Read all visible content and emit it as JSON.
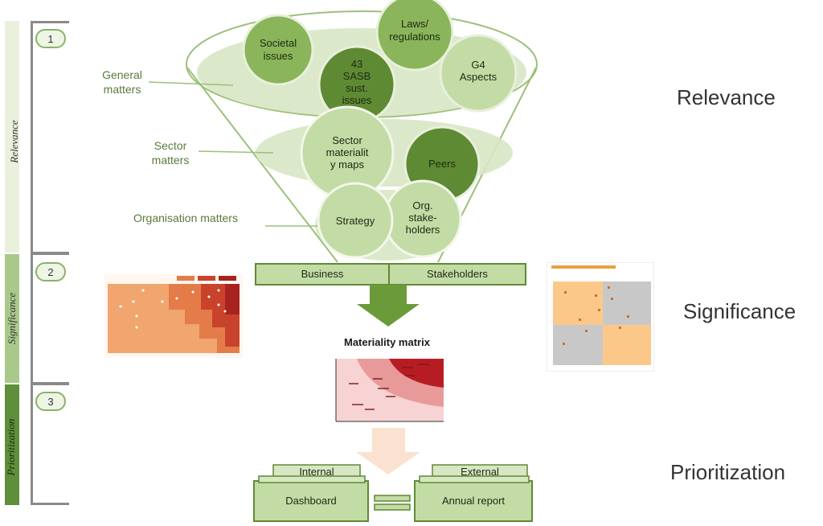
{
  "phases": [
    {
      "number": "1",
      "name": "Relevance"
    },
    {
      "number": "2",
      "name": "Significance"
    },
    {
      "number": "3",
      "name": "Prioritization"
    }
  ],
  "funnel": {
    "side_labels": {
      "general": "General matters",
      "general_line1": "General",
      "general_line2": "matters",
      "sector_line1": "Sector",
      "sector_line2": "matters",
      "organisation": "Organisation matters"
    },
    "circles": {
      "societal_1": "Societal",
      "societal_2": "issues",
      "laws_1": "Laws/",
      "laws_2": "regulations",
      "sasb_1": "43",
      "sasb_2": "SASB",
      "sasb_3": "sust.",
      "sasb_4": "issues",
      "g4_1": "G4",
      "g4_2": "Aspects",
      "sector_1": "Sector",
      "sector_2": "materialit",
      "sector_3": "y maps",
      "peers": "Peers",
      "strategy": "Strategy",
      "org_1": "Org.",
      "org_2": "stake-",
      "org_3": "holders"
    },
    "bar_left": "Business",
    "bar_right": "Stakeholders"
  },
  "materiality_matrix_title": "Materiality matrix",
  "outputs": {
    "internal_tab": "Internal",
    "external_tab": "External",
    "dashboard": "Dashboard",
    "annual_report": "Annual report"
  },
  "colors": {
    "light_green": "#d8e6c4",
    "mid_green": "#8ab55a",
    "dark_green": "#5f8a34",
    "phase_relevance": "#e9f1dd",
    "phase_significance": "#a8c98a",
    "phase_prioritization": "#5f8f3a"
  }
}
